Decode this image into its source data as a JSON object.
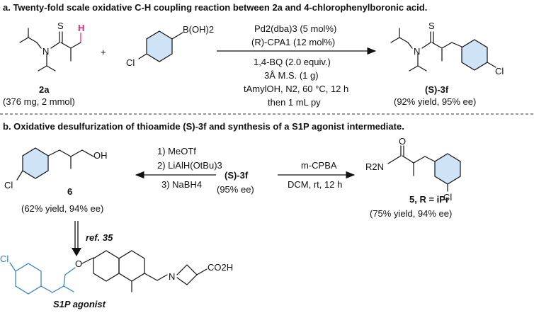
{
  "panel_a": {
    "title": "a. Twenty-fold scale oxidative C-H coupling reaction between 2a and 4-chlorophenylboronic acid.",
    "reactant_label": "2a",
    "reactant_amount": "(376 mg, 2 mmol)",
    "plus": "+",
    "boronic_group": "B(OH)2",
    "atom_S": "S",
    "atom_N": "N",
    "atom_H": "H",
    "atom_Cl": "Cl",
    "cond_1": "Pd2(dba)3 (5 mol%)",
    "cond_2": "(R)-CPA1 (12 mol%)",
    "cond_3": "1,4-BQ (2.0 equiv.)",
    "cond_4": "3Å M.S. (1 g)",
    "cond_5": "tAmylOH, N2, 60 °C, 12 h",
    "cond_6": "then 1 mL py",
    "product_label": "(S)-3f",
    "product_yield": "(92% yield, 95% ee)"
  },
  "panel_b": {
    "title": "b. Oxidative desulfurization of thioamide (S)-3f and synthesis of a S1P agonist intermediate.",
    "left_cond_1": "1) MeOTf",
    "left_cond_2": "2) LiAlH(OtBu)3",
    "left_cond_3": "3) NaBH4",
    "center_label": "(S)-3f",
    "center_ee": "(95% ee)",
    "right_cond_1": "m-CPBA",
    "right_cond_2": "DCM, rt, 12 h",
    "compound6_label": "6",
    "compound6_yield": "(62% yield, 94% ee)",
    "compound5_label": "5, R = iPr",
    "compound5_yield": "(75% yield, 94% ee)",
    "compound5_group": "R2N",
    "atom_O": "O",
    "atom_OH": "OH",
    "atom_N": "N",
    "atom_Cl": "Cl",
    "co2h": "CO2H",
    "ref": "ref. 35",
    "agonist_label": "S1P agonist"
  },
  "colors": {
    "highlight_blue": "#2f7bd0",
    "highlight_pink": "#e0207a"
  }
}
